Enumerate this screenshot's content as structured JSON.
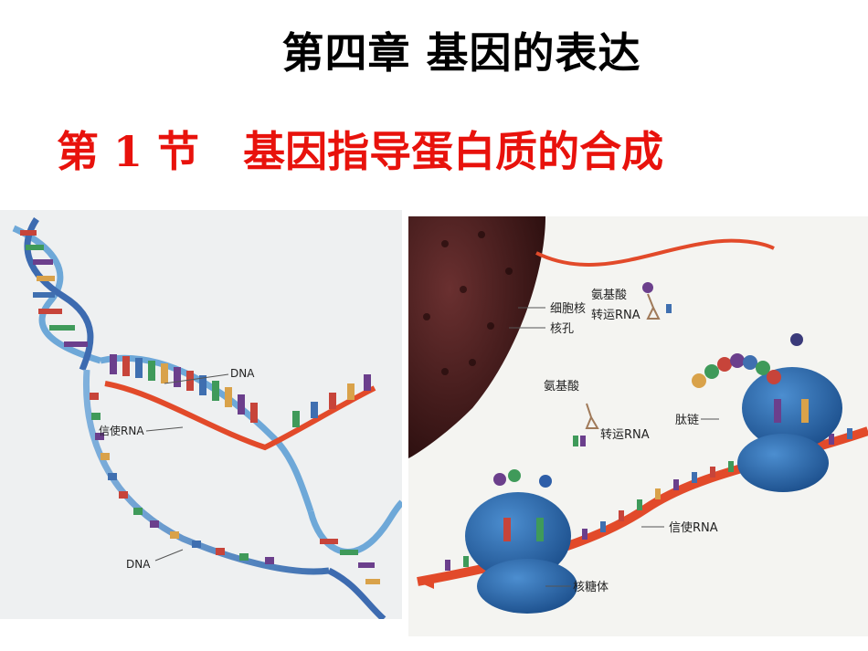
{
  "slide": {
    "title": "第四章 基因的表达",
    "subtitle": "第 1 节   基因指导蛋白质的合成"
  },
  "left_figure": {
    "labels": {
      "dna_top": "DNA",
      "mrna": "信使RNA",
      "dna_bottom": "DNA"
    }
  },
  "right_figure": {
    "labels": {
      "nucleus": "细胞核",
      "nuclear_pore": "核孔",
      "amino_acid_1": "氨基酸",
      "trna_1": "转运RNA",
      "amino_acid_2": "氨基酸",
      "trna_2": "转运RNA",
      "peptide_chain": "肽链",
      "mrna": "信使RNA",
      "ribosome": "核糖体"
    }
  },
  "colors": {
    "title": "#000000",
    "subtitle": "#e8120c",
    "mrna_strand": "#e24a2a",
    "dna_strand": "#5d8fc4",
    "ribosome": "#2e6fb0",
    "nucleus": "#4a1f1f"
  }
}
